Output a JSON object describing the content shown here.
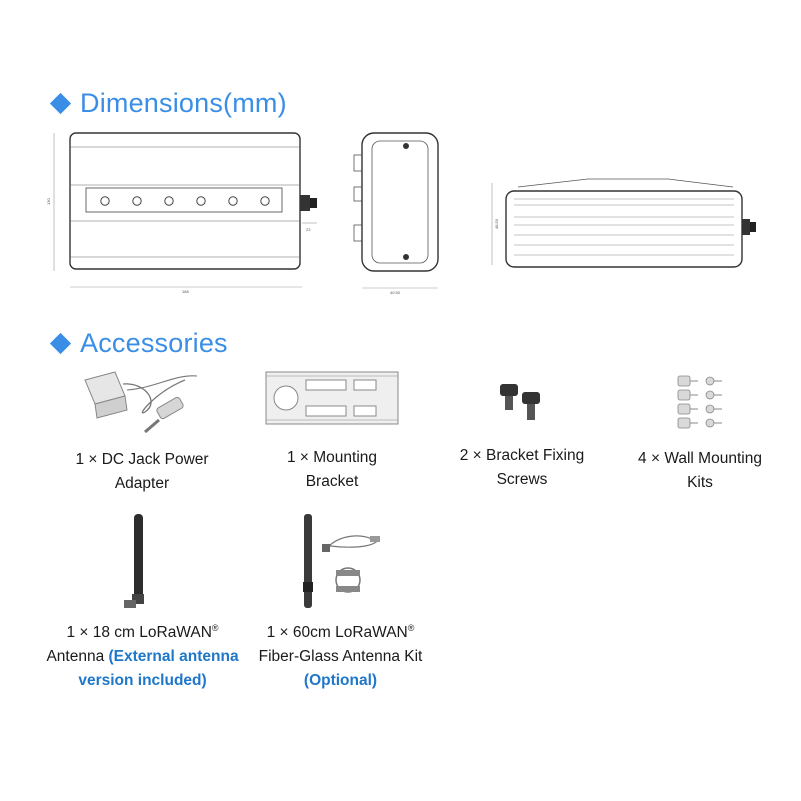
{
  "sections": {
    "dimensions": "Dimensions(mm)",
    "accessories": "Accessories"
  },
  "dims": {
    "height_front": "130",
    "width_front": "188",
    "connector_depth": "23",
    "depth_side": "40.50",
    "height_side": "48.50"
  },
  "accessories": [
    {
      "line1": "1 × DC Jack Power",
      "line2": "Adapter"
    },
    {
      "line1": "1 × Mounting",
      "line2": "Bracket"
    },
    {
      "line1": "2 × Bracket Fixing",
      "line2": "Screws"
    },
    {
      "line1": "4 × Wall Mounting",
      "line2": "Kits"
    },
    {
      "line1": "1 × 18 cm LoRaWAN",
      "reg": "®",
      "line2_pre": "Antenna ",
      "line2_hl": "(External antenna",
      "line3_hl": "version included)"
    },
    {
      "line1": "1 × 60cm LoRaWAN",
      "reg": "®",
      "line2": "Fiber-Glass Antenna Kit",
      "line3_hl": "(Optional)"
    }
  ],
  "colors": {
    "accent": "#3a8ee6",
    "highlight": "#1f77c9"
  }
}
